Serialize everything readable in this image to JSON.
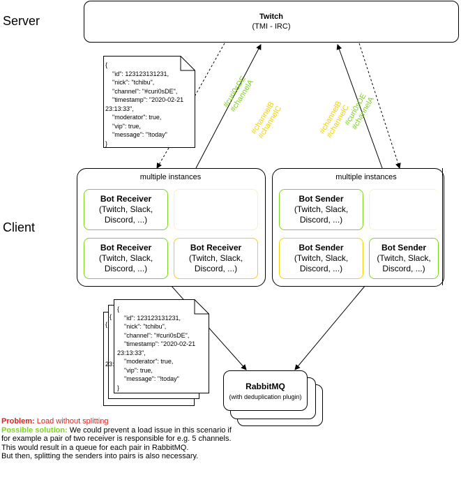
{
  "labels": {
    "server": "Server",
    "client": "Client"
  },
  "twitch": {
    "title": "Twitch",
    "subtitle": "(TMI - IRC)"
  },
  "groups": {
    "left_title": "multiple instances",
    "right_title": "multiple instances"
  },
  "bots": {
    "receiver_title": "Bot Receiver",
    "sender_title": "Bot Sender",
    "platforms_line1": "(Twitch, Slack,",
    "platforms_line2": "Discord, ...)"
  },
  "message_json": "{\n    \"id\": 123123131231,\n    \"nick\": \"tchibu\",\n    \"channel\": \"#curi0sDE\",\n    \"timestamp\": \"2020-02-21\n23:13:33\",\n    \"moderator\": true,\n    \"vip\": true,\n    \"message\": \"!today\"\n}",
  "stack_fragments": {
    "brace": "{",
    "frag": "23:"
  },
  "channels": {
    "left_green": "#curi0sDE\n#channelA",
    "left_yellow": "#channelB\n#channelC",
    "right_green": "#curi0sDE\n#channelA",
    "right_yellow": "#channelB\n#channelC"
  },
  "rabbitmq": {
    "title": "RabbitMQ",
    "subtitle": "(with deduplication plugin)"
  },
  "problem": {
    "label": "Problem:",
    "text": " Load without splitting"
  },
  "solution": {
    "label": "Possible solution:",
    "text": " We could prevent a load issue in this scenario if for example a pair of two receiver is responsible for e.g. 5 channels.",
    "line2": "This would result in a queue for each pair in RabbitMQ.",
    "line3": "But then, splitting the senders into pairs is also necessary."
  },
  "colors": {
    "green": "#7ed321",
    "yellow": "#f5d000",
    "red": "#e0201b"
  }
}
